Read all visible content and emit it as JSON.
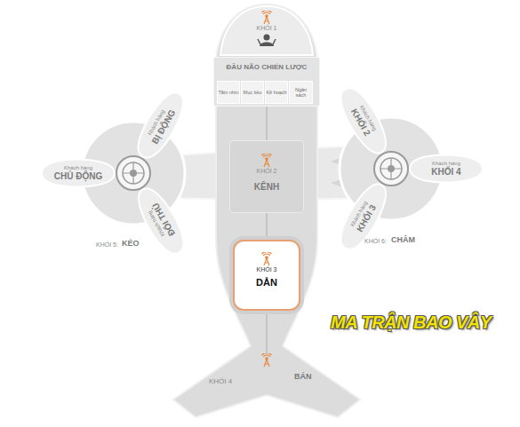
{
  "diagram": {
    "nodes": [
      {
        "text": [
          "KHỐI 1"
        ]
      },
      {
        "text": [
          "ĐẦU NÃO CHIẾN LƯỢC"
        ]
      },
      {
        "text": [
          "Tầm nhìn"
        ],
        "in": 1
      },
      {
        "text": [
          "Mục tiêu"
        ],
        "in": 1
      },
      {
        "text": [
          "Kế hoạch"
        ],
        "in": 1
      },
      {
        "text": [
          "Ngân sách"
        ],
        "in": 1
      },
      {
        "text": [
          "KHỐI 2",
          "KÊNH"
        ]
      },
      {
        "text": [
          "KHỐI 3",
          "DẪN"
        ]
      },
      {
        "text": [
          "KHỐI 4",
          "BÁN"
        ]
      },
      {
        "text": [
          "Khách hàng",
          "BỊ ĐỘNG"
        ]
      },
      {
        "text": [
          "Khách hàng",
          "CHỦ ĐỘNG"
        ]
      },
      {
        "text": [
          "Khách hàng",
          "ĐỐI THỦ"
        ]
      },
      {
        "text": [
          "Khách hàng",
          "KHỐI 2"
        ]
      },
      {
        "text": [
          "Khách hàng",
          "KHỐI 4"
        ]
      },
      {
        "text": [
          "Khách hàng",
          "KHỐI 3"
        ]
      }
    ],
    "edges": [
      {
        "from": 1,
        "to": 6,
        "arrow": "none"
      },
      {
        "from": 6,
        "to": 7,
        "arrow": "none"
      },
      {
        "from": 7,
        "to": 8,
        "arrow": "none"
      }
    ],
    "labels": [
      "KHỐI 5:",
      "KÉO",
      "KHỐI 6:",
      "CHĂM",
      "MA TRẬN BAO VÂY"
    ]
  }
}
